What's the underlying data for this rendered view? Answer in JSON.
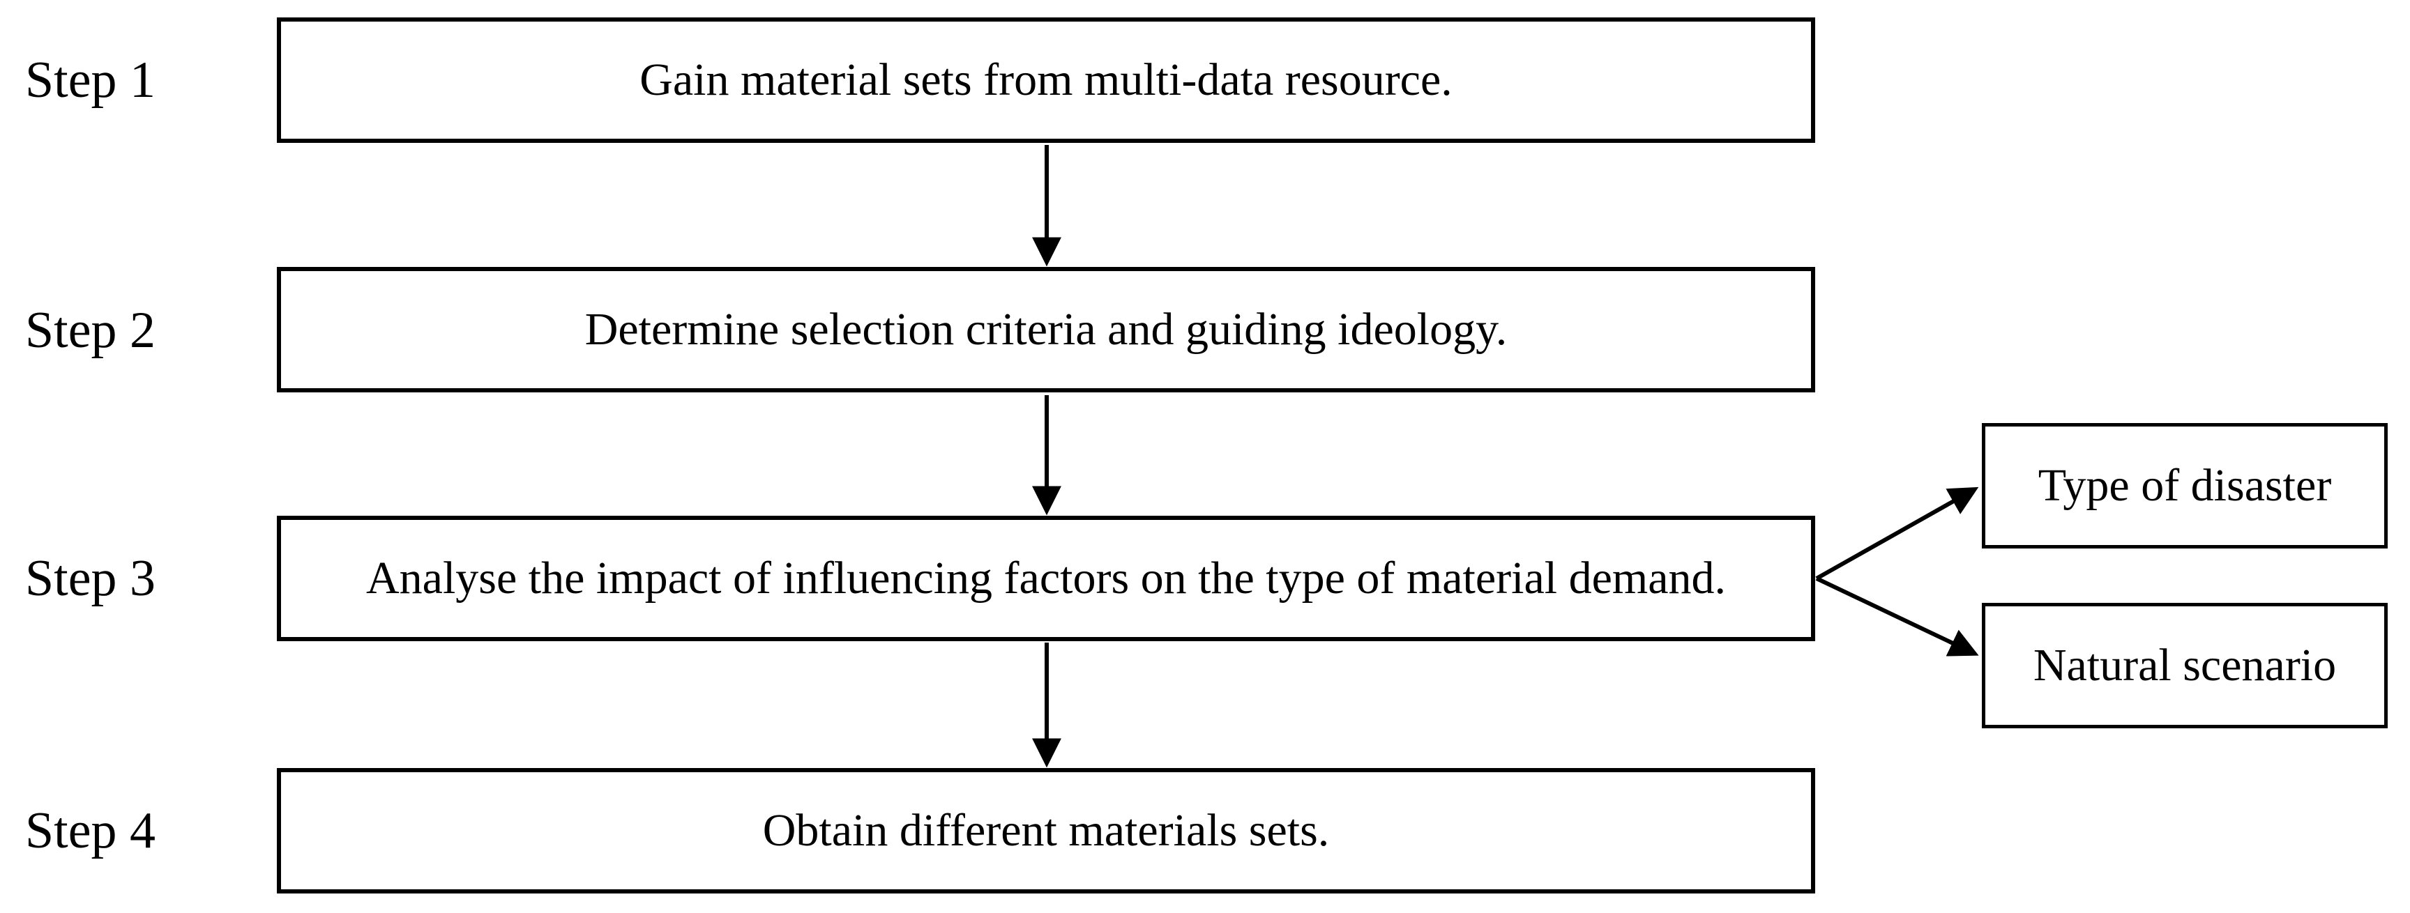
{
  "diagram": {
    "background_color": "#ffffff",
    "line_color": "#000000",
    "text_color": "#000000",
    "steps": [
      {
        "label": "Step 1",
        "text": "Gain material sets from multi-data resource."
      },
      {
        "label": "Step 2",
        "text": "Determine selection criteria and guiding ideology."
      },
      {
        "label": "Step 3",
        "text": "Analyse the impact of influencing factors on the type of material demand."
      },
      {
        "label": "Step 4",
        "text": "Obtain different materials sets."
      }
    ],
    "factors": [
      {
        "text": "Type of disaster"
      },
      {
        "text": "Natural scenario"
      }
    ]
  }
}
